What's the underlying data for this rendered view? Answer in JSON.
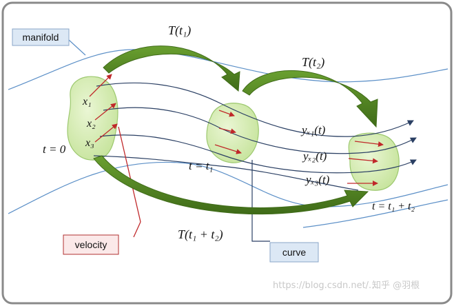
{
  "labels": {
    "manifold": "manifold",
    "velocity": "velocity",
    "curve": "curve"
  },
  "math": {
    "T1": "T(t₁)",
    "T2": "T(t₂)",
    "T12": "T(t₁ + t₂)",
    "t0": "t = 0",
    "t1": "t = t₁",
    "t12": "t = t₁ + t₂",
    "x1": "x₁",
    "x2": "x₂",
    "x3": "x₃",
    "y1": "yₓ₁(t)",
    "y2": "yₓ₂(t)",
    "y3": "yₓ₃(t)"
  },
  "watermark": {
    "url": "https://blog.csdn.net/...",
    "brand": "知乎 @羽根"
  },
  "colors": {
    "frame": "#8a8a8a",
    "manifold_lines": "#5b8fc7",
    "curves": "#2a3f63",
    "velocity_arrows": "#c0282a",
    "blob_fill": "#d4ecae",
    "blob_stroke": "#9cc86e",
    "flow_arrow": "#4e7d20",
    "label_box": "#dce8f5",
    "label_box_border": "#8aa6c8",
    "velocity_box": "#fbe9e9",
    "velocity_box_border": "#b03030"
  }
}
